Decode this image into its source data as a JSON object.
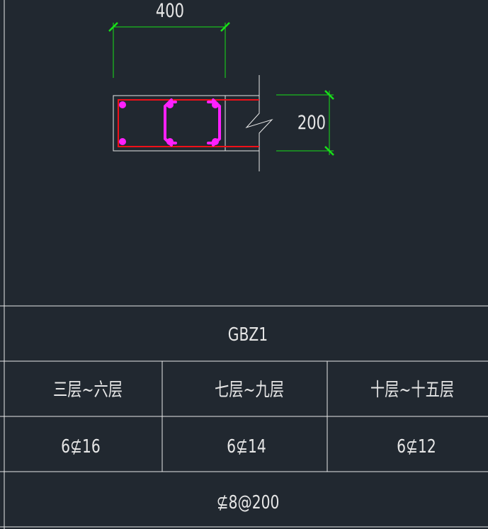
{
  "drawing": {
    "dim_width": "400",
    "dim_height": "200"
  },
  "table": {
    "title": "GBZ1",
    "headers": [
      "三层~六层",
      "七层~九层",
      "十层~十五层"
    ],
    "longitudinal": [
      "6⊈16",
      "6⊈14",
      "6⊈12"
    ],
    "stirrup": "⊈8@200"
  },
  "colors": {
    "background": "#212830",
    "dimension": "#18e018",
    "outline": "#e8e8e8",
    "rebar_outline": "#f01018",
    "tie": "#ff20ff"
  }
}
